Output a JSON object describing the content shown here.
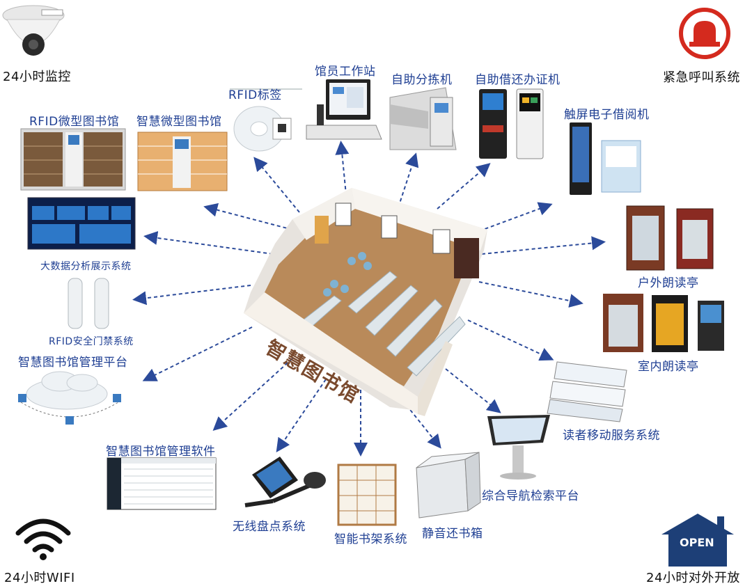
{
  "center": {
    "title": "智慧图书馆"
  },
  "corners": {
    "top_left": "24小时监控",
    "top_right": "紧急呼叫系统",
    "bottom_left": "24小时WIFI",
    "bottom_right": "24小时对外开放",
    "open_sign": "OPEN"
  },
  "modules": {
    "rfid_micro_library": "RFID微型图书馆",
    "smart_micro_library": "智慧微型图书馆",
    "rfid_tag": "RFID标签",
    "staff_workstation": "馆员工作站",
    "self_sorter": "自助分拣机",
    "self_borrow_return": "自助借还办证机",
    "touch_ebook_reader": "触屏电子借阅机",
    "outdoor_reading_booth": "户外朗读亭",
    "indoor_reading_booth": "室内朗读亭",
    "reader_mobile_service": "读者移动服务系统",
    "navigation_search": "综合导航检索平台",
    "silent_return_box": "静音还书箱",
    "smart_bookshelf": "智能书架系统",
    "wireless_inventory": "无线盘点系统",
    "management_software": "智慧图书馆管理软件",
    "management_platform": "智慧图书馆管理平台",
    "rfid_security_gate": "RFID安全门禁系统",
    "big_data_display": "大数据分析展示系统"
  },
  "colors": {
    "label": "#1f3f93",
    "arrow": "#2b4a9a",
    "alarm": "#d42a1e",
    "house": "#1d3f77"
  }
}
